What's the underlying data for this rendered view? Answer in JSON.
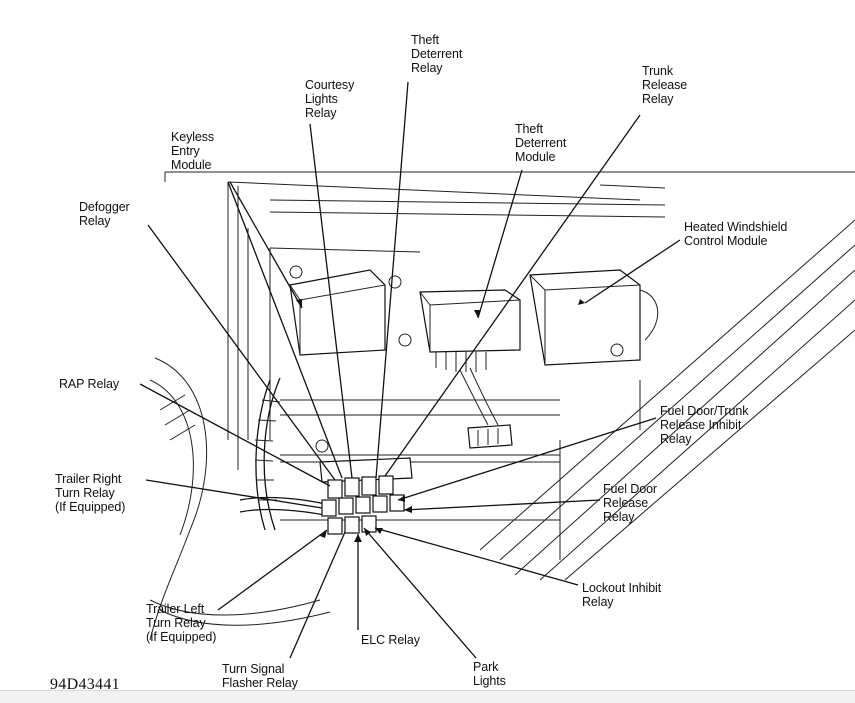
{
  "figure": {
    "id": "94D43441"
  },
  "labels": {
    "theft_deterrent_relay": "Theft\nDeterrent\nRelay",
    "courtesy_lights_relay": "Courtesy\nLights\nRelay",
    "trunk_release_relay": "Trunk\nRelease\nRelay",
    "theft_deterrent_module": "Theft\nDeterrent\nModule",
    "keyless_entry_module": "Keyless\nEntry\nModule",
    "defogger_relay": "Defogger\nRelay",
    "heated_windshield_control_module": "Heated Windshield\nControl Module",
    "rap_relay": "RAP Relay",
    "fuel_door_trunk_release_inhibit_relay": "Fuel Door/Trunk\nRelease Inhibit\nRelay",
    "trailer_right_turn_relay": "Trailer Right\nTurn Relay\n(If Equipped)",
    "fuel_door_release_relay": "Fuel Door\nRelease\nRelay",
    "lockout_inhibit_relay": "Lockout Inhibit\nRelay",
    "trailer_left_turn_relay": "Trailer Left\nTurn Relay\n(If Equipped)",
    "elc_relay": "ELC Relay",
    "park_lights": "Park\nLights",
    "turn_signal_flasher_relay": "Turn Signal\nFlasher Relay"
  }
}
